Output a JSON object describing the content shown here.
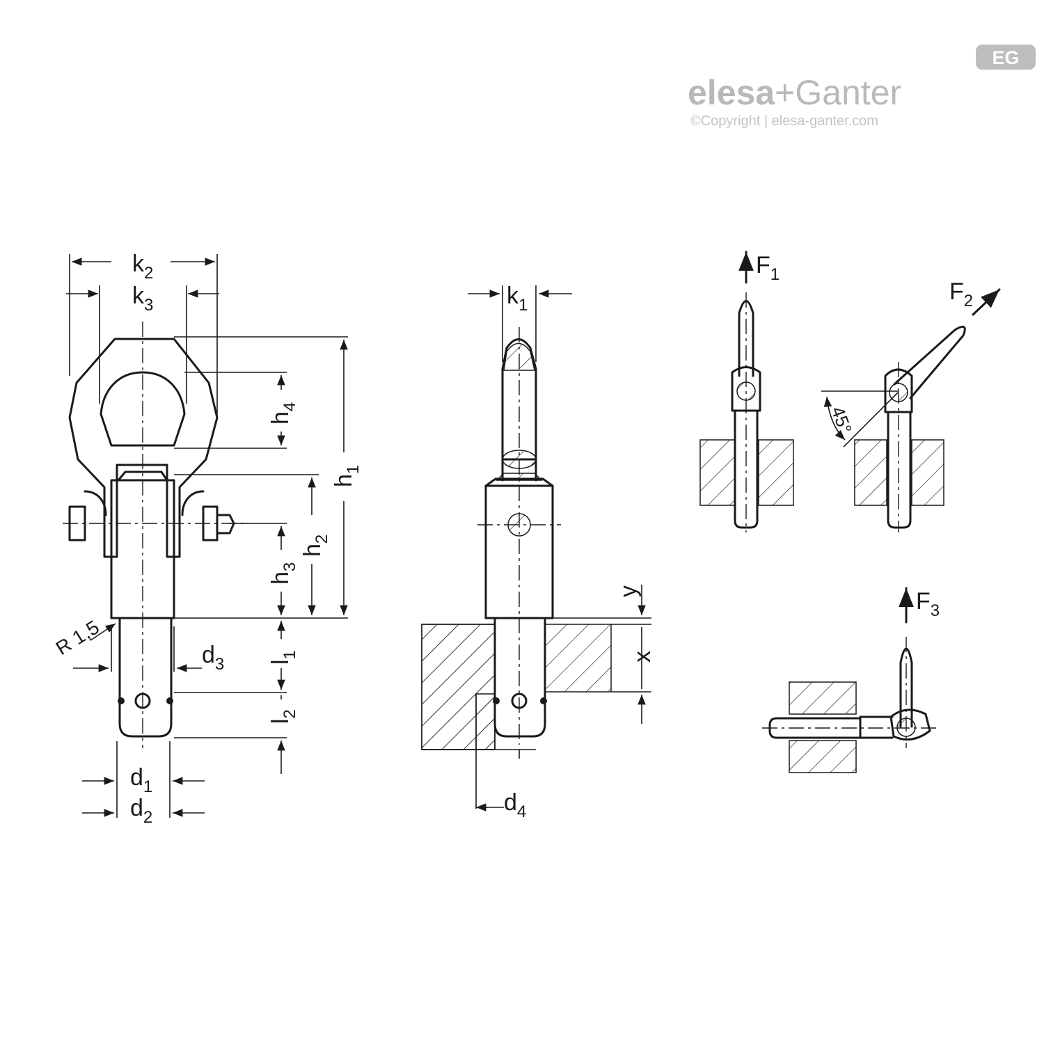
{
  "brand": {
    "badge": "EG",
    "name_bold": "elesa",
    "name_regular": "+Ganter",
    "copyright": "©Copyright | elesa-ganter.com"
  },
  "labels": {
    "k2": {
      "main": "k",
      "sub": "2"
    },
    "k3": {
      "main": "k",
      "sub": "3"
    },
    "k1": {
      "main": "k",
      "sub": "1"
    },
    "h1": {
      "main": "h",
      "sub": "1"
    },
    "h2": {
      "main": "h",
      "sub": "2"
    },
    "h3": {
      "main": "h",
      "sub": "3"
    },
    "h4": {
      "main": "h",
      "sub": "4"
    },
    "l1": {
      "main": "l",
      "sub": "1"
    },
    "l2": {
      "main": "l",
      "sub": "2"
    },
    "d1": {
      "main": "d",
      "sub": "1"
    },
    "d2": {
      "main": "d",
      "sub": "2"
    },
    "d3": {
      "main": "d",
      "sub": "3"
    },
    "d4": {
      "main": "d",
      "sub": "4"
    },
    "radius": "R 1,5",
    "x": "x",
    "y": "y",
    "angle": "45°",
    "F1": {
      "main": "F",
      "sub": "1"
    },
    "F2": {
      "main": "F",
      "sub": "2"
    },
    "F3": {
      "main": "F",
      "sub": "3"
    }
  }
}
